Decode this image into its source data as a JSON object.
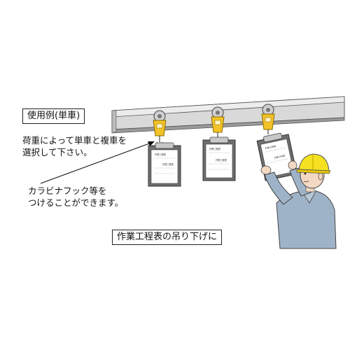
{
  "labels": {
    "usage_example": "使用例(単車)",
    "load_note": "荷重によって単車と複車を\n選択して下さい。",
    "carabiner_note": "カラビナフック等を\nつけることができます。",
    "caption": "作業工程表の吊り下げに"
  },
  "sheet_text": {
    "line1": "作業工程表",
    "line2": "作業工程表"
  },
  "colors": {
    "rail_light": "#dcdcdc",
    "rail_mid": "#b9b9b9",
    "rail_dark": "#8e8e8e",
    "trolley_yellow": "#f2c227",
    "helmet_yellow": "#f5e021",
    "shirt": "#9fb3c8",
    "skin": "#f3d8c2"
  }
}
